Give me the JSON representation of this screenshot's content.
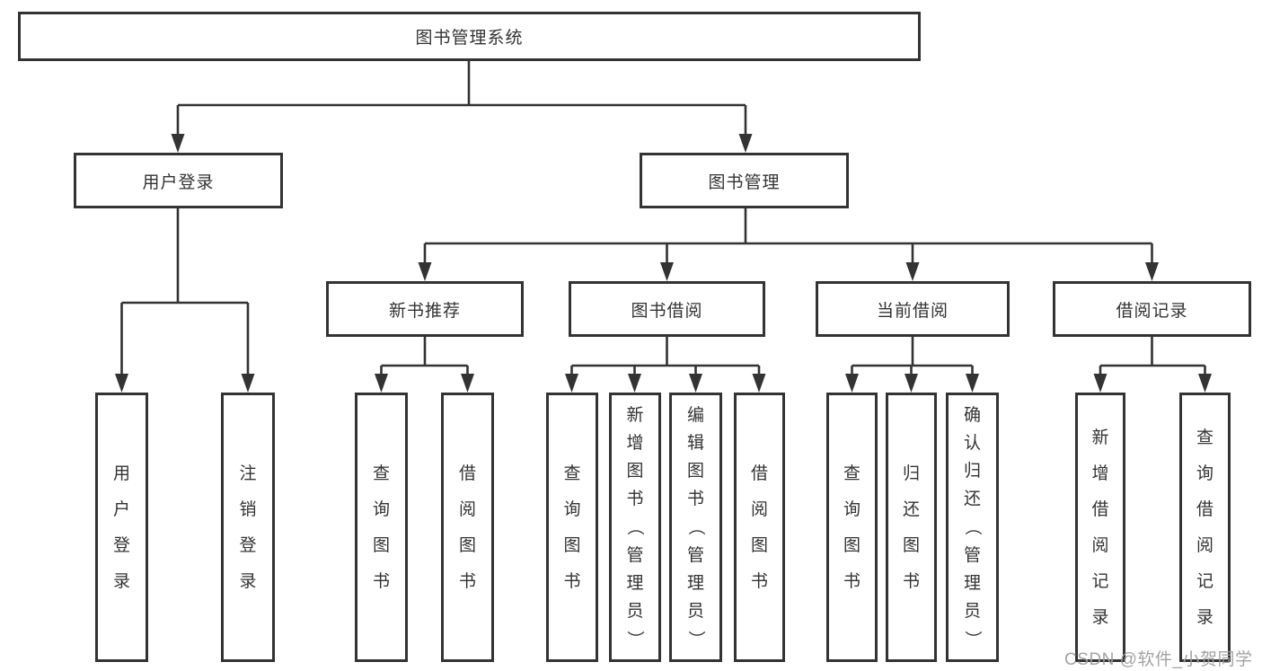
{
  "diagram": {
    "root": {
      "label": "图书管理系统"
    },
    "level2": [
      {
        "label": "用户登录"
      },
      {
        "label": "图书管理"
      }
    ],
    "level3": [
      {
        "label": "新书推荐"
      },
      {
        "label": "图书借阅"
      },
      {
        "label": "当前借阅"
      },
      {
        "label": "借阅记录"
      }
    ],
    "leaves": {
      "user": [
        "用户登录",
        "注销登录"
      ],
      "recommend": [
        "查询图书",
        "借阅图书"
      ],
      "borrow": [
        "查询图书",
        "新增图书（管理员）",
        "编辑图书（管理员）",
        "借阅图书"
      ],
      "current": [
        "查询图书",
        "归还图书",
        "确认归还（管理员）"
      ],
      "records": [
        "新增借阅记录",
        "查询借阅记录"
      ]
    }
  },
  "watermark": {
    "text": "CSDN @软件_小贺同学"
  },
  "colors": {
    "line": "#333333",
    "box_border": "#333333",
    "text": "#333333",
    "watermark": "#9e9e9e",
    "background": "#ffffff"
  }
}
